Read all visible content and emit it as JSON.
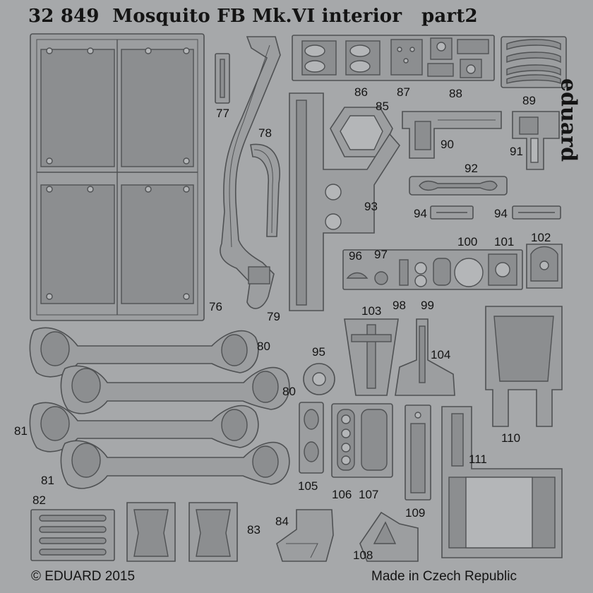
{
  "sheet": {
    "code": "32 849",
    "title": "Mosquito FB Mk.VI interior",
    "part": "part2",
    "brand": "eduard",
    "copyright": "© EDUARD 2015",
    "origin": "Made in Czech Republic"
  },
  "parts": [
    {
      "number": "76"
    },
    {
      "number": "77"
    },
    {
      "number": "78"
    },
    {
      "number": "79"
    },
    {
      "number": "80"
    },
    {
      "number": "80"
    },
    {
      "number": "81"
    },
    {
      "number": "81"
    },
    {
      "number": "82"
    },
    {
      "number": "83"
    },
    {
      "number": "84"
    },
    {
      "number": "85"
    },
    {
      "number": "86"
    },
    {
      "number": "87"
    },
    {
      "number": "88"
    },
    {
      "number": "89"
    },
    {
      "number": "90"
    },
    {
      "number": "91"
    },
    {
      "number": "92"
    },
    {
      "number": "93"
    },
    {
      "number": "94"
    },
    {
      "number": "94"
    },
    {
      "number": "95"
    },
    {
      "number": "96"
    },
    {
      "number": "97"
    },
    {
      "number": "98"
    },
    {
      "number": "99"
    },
    {
      "number": "100"
    },
    {
      "number": "101"
    },
    {
      "number": "102"
    },
    {
      "number": "103"
    },
    {
      "number": "104"
    },
    {
      "number": "105"
    },
    {
      "number": "106"
    },
    {
      "number": "107"
    },
    {
      "number": "108"
    },
    {
      "number": "109"
    },
    {
      "number": "110"
    },
    {
      "number": "111"
    }
  ],
  "colors": {
    "sheet": "#a6a8aa",
    "part": "#999b9d",
    "outline": "#5a5c5e",
    "text": "#141414"
  }
}
